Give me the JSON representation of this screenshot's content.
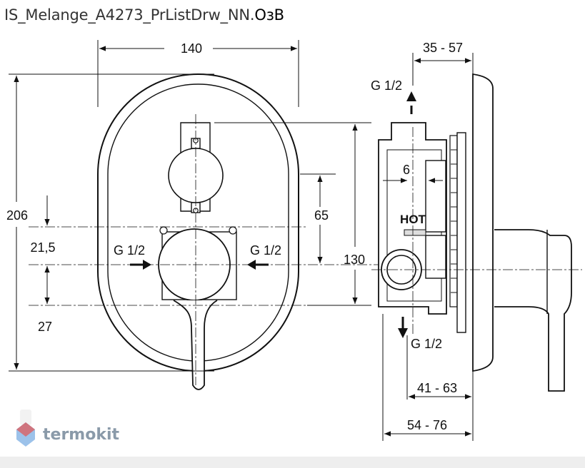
{
  "title": {
    "name": "IS_Melange_A4273_PrListDrw_NN.",
    "ext": "OзB"
  },
  "front_view": {
    "width": "140",
    "height": "206",
    "spacing_upper": "21,5",
    "spacing_lower": "27",
    "spindle_gap": "65",
    "inlet_left": "G 1/2",
    "inlet_right": "G 1/2"
  },
  "side_view": {
    "overall_depth": "130",
    "outlet_top": "G 1/2",
    "outlet_bottom": "G 1/2",
    "depth_top": "35 - 57",
    "depth_wall": "6",
    "depth_lower": "41 - 63",
    "depth_total": "54 - 76",
    "hot_label": "HOT"
  },
  "brand": {
    "name": "termokit"
  },
  "colors": {
    "line": "#111111",
    "brand_text": "#8a9aa9",
    "brand_red": "#e05a5a",
    "brand_blue": "#4a90d9"
  }
}
